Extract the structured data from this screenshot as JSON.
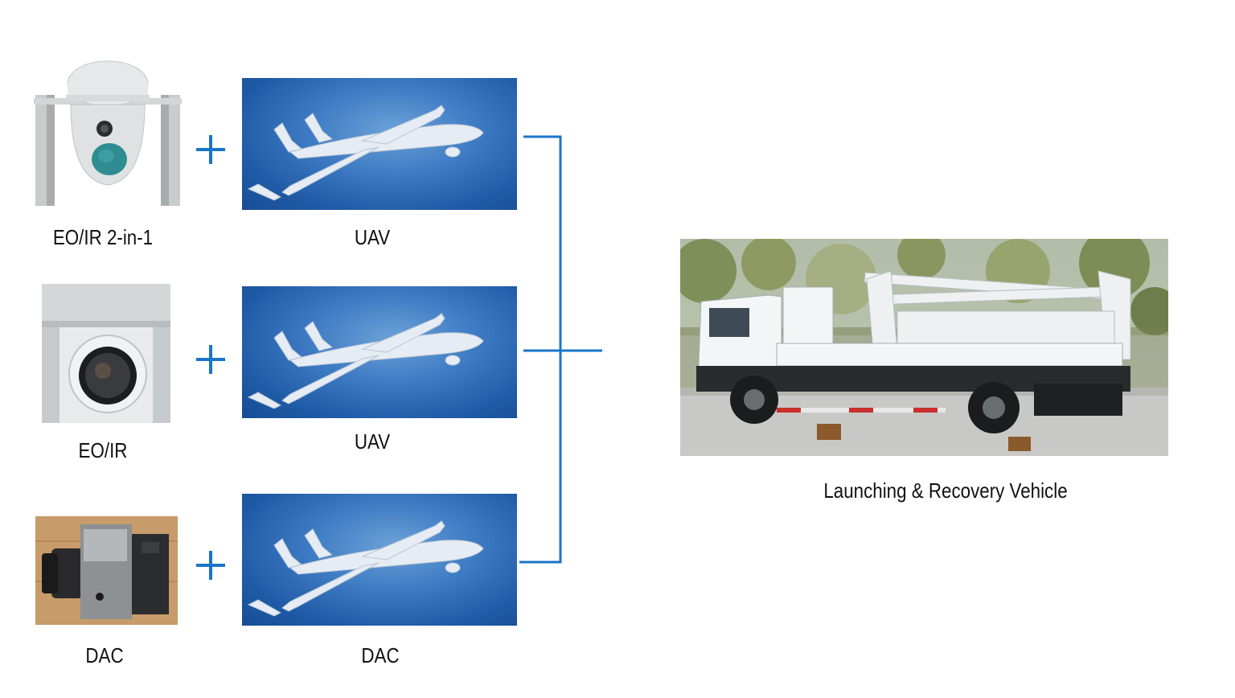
{
  "rows": [
    {
      "sensor_label": "EO/IR 2-in-1",
      "uav_label": "UAV"
    },
    {
      "sensor_label": "EO/IR",
      "uav_label": "UAV"
    },
    {
      "sensor_label": "DAC",
      "uav_label": "DAC"
    }
  ],
  "vehicle": {
    "label": "Launching & Recovery Vehicle"
  },
  "colors": {
    "accent": "#1a75c9",
    "panel_blue": "#2a64ad",
    "text": "#111111"
  },
  "icons": {
    "plus": "plus-icon",
    "drone": "uav-drone-image",
    "eo_ir_2in1": "eo-ir-2in1-pod-image",
    "eo_ir": "eo-ir-pod-image",
    "dac": "dac-camera-image",
    "truck": "launch-recovery-truck-image"
  }
}
